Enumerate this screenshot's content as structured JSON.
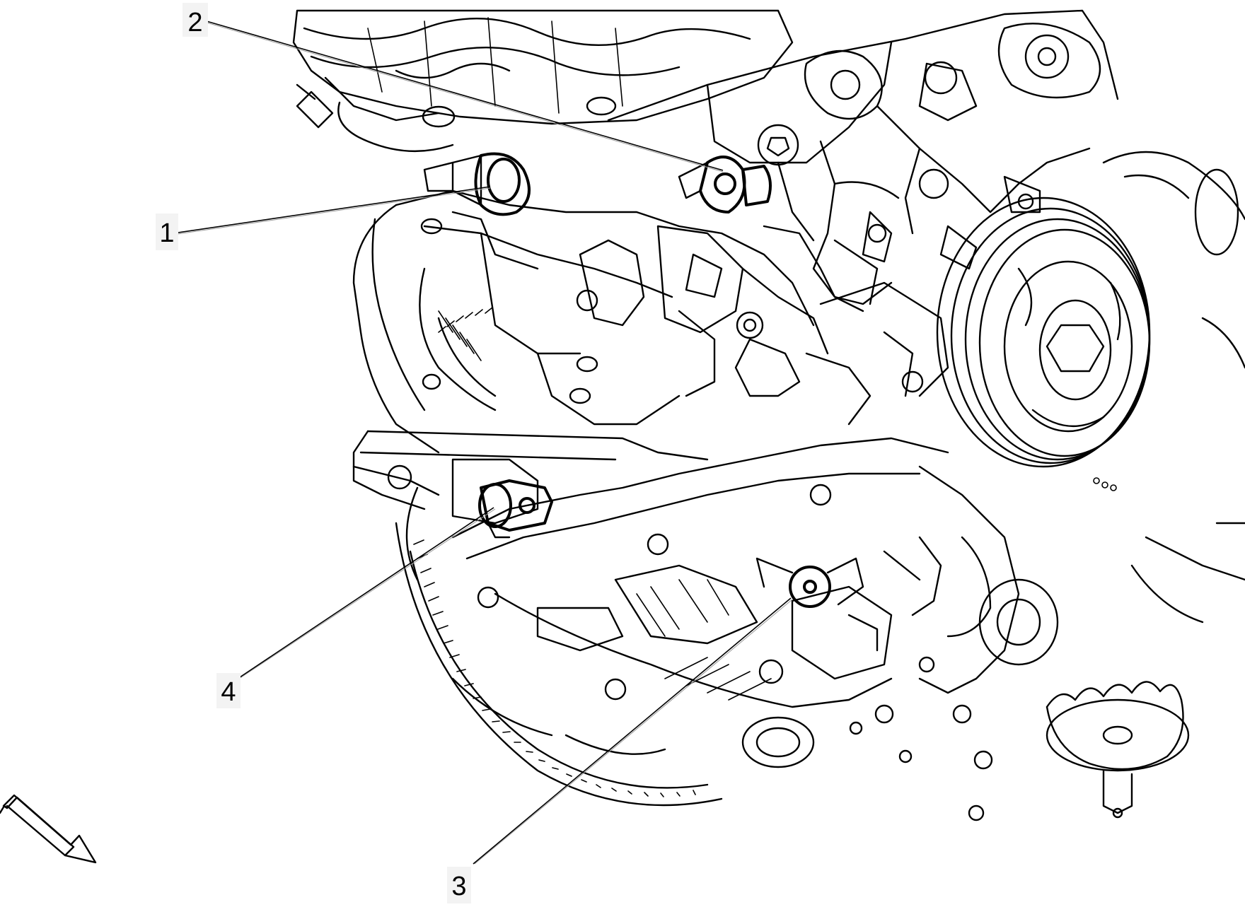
{
  "callouts": [
    {
      "id": "1",
      "label": "1"
    },
    {
      "id": "2",
      "label": "2"
    },
    {
      "id": "3",
      "label": "3"
    },
    {
      "id": "4",
      "label": "4"
    }
  ],
  "icons": {
    "view_direction": "double-arrow-icon"
  },
  "colors": {
    "line": "#000000",
    "background": "#ffffff"
  }
}
